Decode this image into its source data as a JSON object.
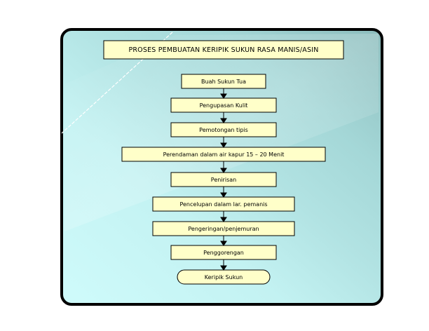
{
  "diagram": {
    "title": "PROSES PEMBUATAN KERIPIK SUKUN RASA MANIS/ASIN",
    "steps": [
      {
        "label": "Buah Sukun Tua"
      },
      {
        "label": "Pengupasan Kulit"
      },
      {
        "label": "Pemotongan tipis"
      },
      {
        "label": "Perendaman dalam air kapur 15 – 20 Menit"
      },
      {
        "label": "Penirisan"
      },
      {
        "label": "Pencelupan dalam lar. pemanis"
      },
      {
        "label": "Pengeringan/penjemuran"
      },
      {
        "label": "Penggorengan"
      },
      {
        "label": "Keripik Sukun"
      }
    ],
    "colors": {
      "box_fill": "#ffffc9",
      "background_light": "#c8f7f7",
      "background_dark": "#8fc5c5",
      "border": "#000000"
    }
  }
}
